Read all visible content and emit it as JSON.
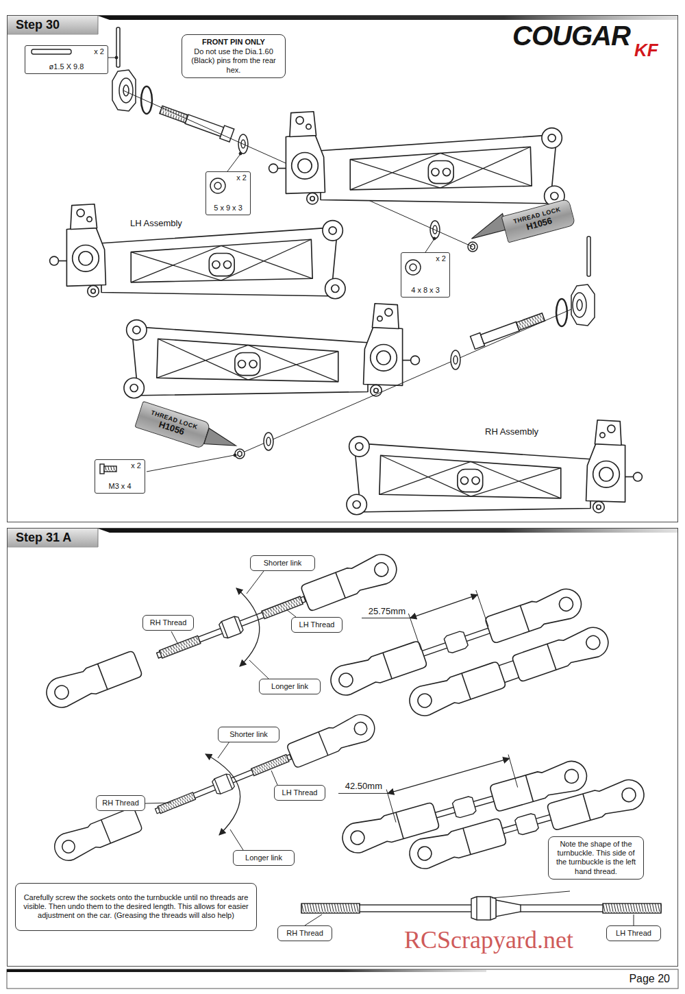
{
  "diagram": {
    "nodes": [
      {
        "text": [
          "Step 30"
        ]
      },
      {
        "text": [
          "x 2",
          "ø1.5 X 9.8"
        ],
        "in": 0
      },
      {
        "text": [
          "FRONT PIN ONLY",
          "Do not use the Dia.1.60 (Black) pins from the rear hex."
        ],
        "in": 0
      },
      {
        "text": [
          "x 2",
          "5 x 9 x 3"
        ],
        "in": 0
      },
      {
        "text": [
          "THREAD LOCK",
          "H1056"
        ],
        "in": 0
      },
      {
        "text": [
          "x 2",
          "4 x 8 x 3"
        ],
        "in": 0
      },
      {
        "text": [
          "THREAD LOCK",
          "H1056"
        ],
        "in": 0
      },
      {
        "text": [
          "x 2",
          "M3 x 4"
        ],
        "in": 0
      },
      {
        "text": [
          "Step 31 A"
        ]
      },
      {
        "text": [
          "Shorter link"
        ],
        "in": 8
      },
      {
        "text": [
          "RH Thread"
        ],
        "in": 8
      },
      {
        "text": [
          "LH Thread"
        ],
        "in": 8
      },
      {
        "text": [
          "Longer link"
        ],
        "in": 8
      },
      {
        "text": [
          "Shorter link"
        ],
        "in": 8
      },
      {
        "text": [
          "LH Thread"
        ],
        "in": 8
      },
      {
        "text": [
          "RH Thread"
        ],
        "in": 8
      },
      {
        "text": [
          "Longer link"
        ],
        "in": 8
      },
      {
        "text": [
          "Note the shape of the turnbuckle. This side of the turnbuckle is the left hand thread."
        ],
        "in": 8
      },
      {
        "text": [
          "Carefully screw the sockets onto the turnbuckle until no threads are visible. Then undo them to the desired length. This allows for easier adjustment on the car. (Greasing the threads will also help)"
        ],
        "in": 8
      },
      {
        "text": [
          "RH Thread"
        ],
        "in": 8
      },
      {
        "text": [
          "LH Thread"
        ],
        "in": 8
      }
    ],
    "labels": [
      "COUGAR",
      "KF",
      "LH Assembly",
      "RH Assembly",
      "25.75mm",
      "42.50mm",
      "Page 20",
      "RCScrapyard.net"
    ]
  }
}
